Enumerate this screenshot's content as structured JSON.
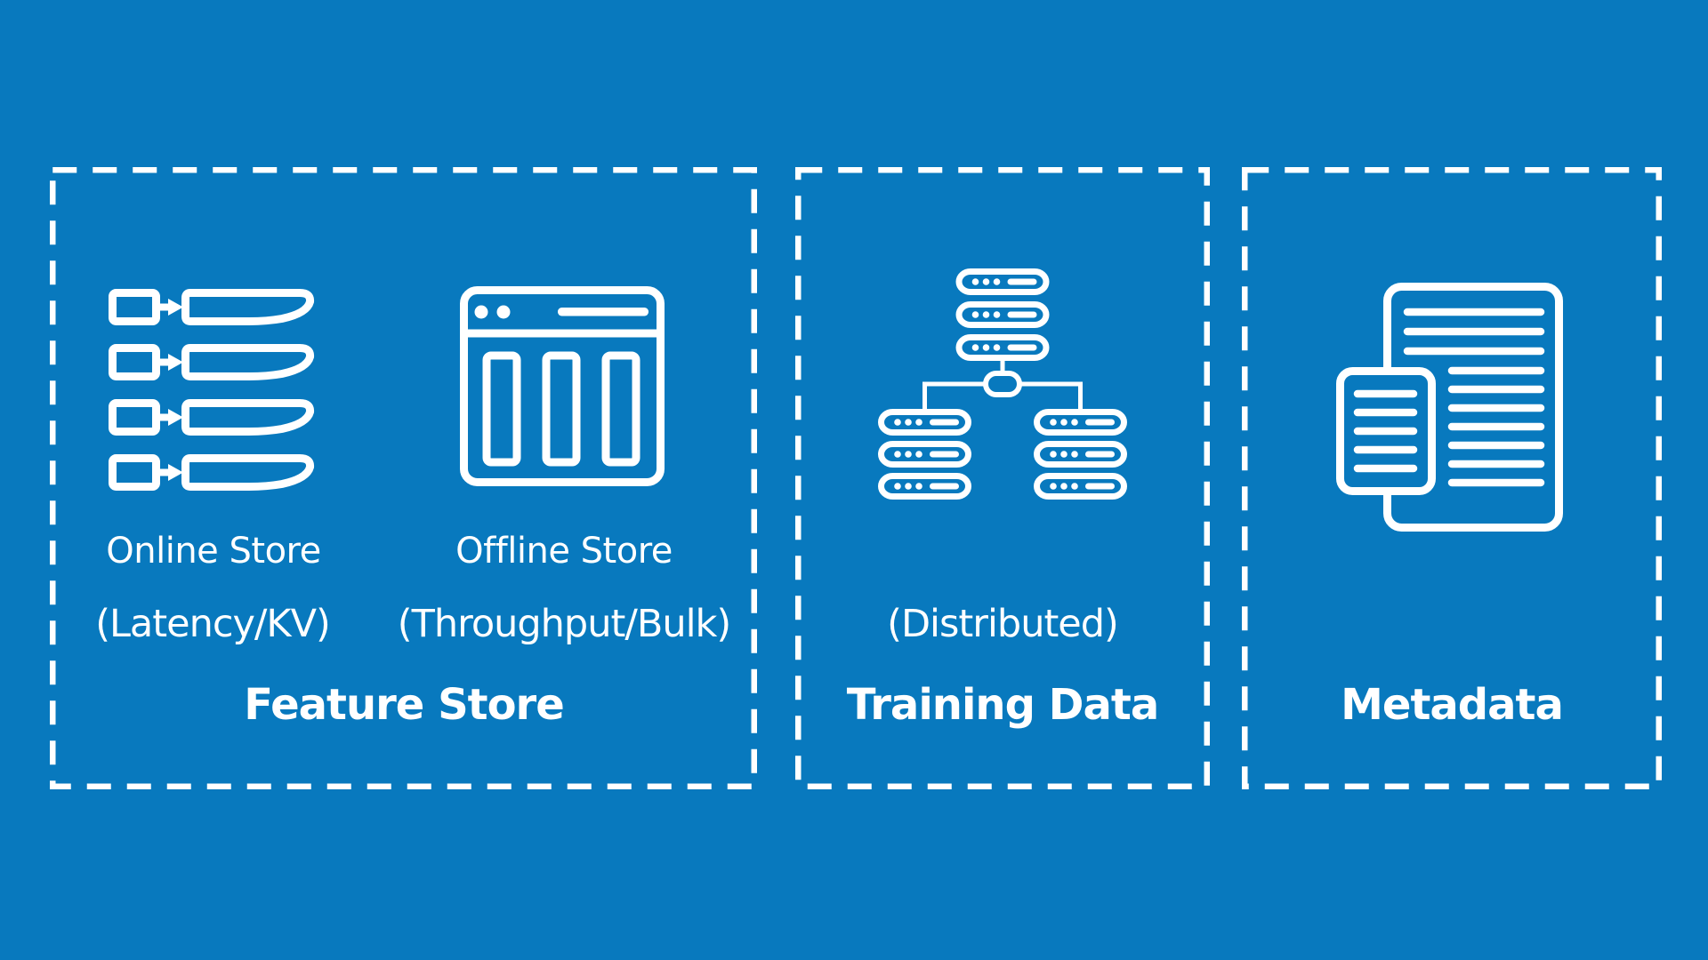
{
  "page": {
    "background_color": "#0879BE",
    "foreground_color": "#FFFFFF"
  },
  "boxes": {
    "feature_store": {
      "title": "Feature Store",
      "online_store": {
        "label": "Online Store",
        "sublabel": "(Latency/KV)",
        "icon": "key-value-list-icon"
      },
      "offline_store": {
        "label": "Offline Store",
        "sublabel": "(Throughput/Bulk)",
        "icon": "table-window-icon"
      }
    },
    "training_data": {
      "title": "Training Data",
      "sublabel": "(Distributed)",
      "icon": "distributed-server-cluster-icon"
    },
    "metadata": {
      "title": "Metadata",
      "icon": "stacked-documents-icon"
    }
  }
}
